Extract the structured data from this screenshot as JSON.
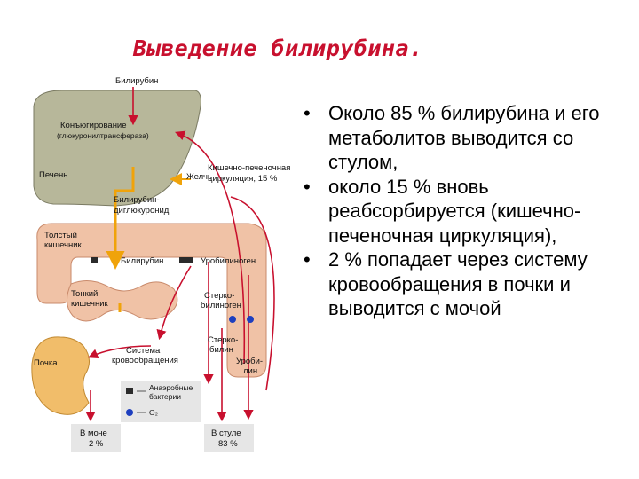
{
  "slide": {
    "title": "Выведение билирубина."
  },
  "diagram": {
    "labels": {
      "bilirubin_top": "Билирубин",
      "conjugation_1": "Конъюгирование",
      "conjugation_2": "(глюкуронилтрансфераза)",
      "liver": "Печень",
      "bile": "Желчь",
      "enterohepatic_1": "Кишечно-печеночная",
      "enterohepatic_2": "циркуляция, 15 %",
      "bili_gluc_1": "Билирубин-",
      "bili_gluc_2": "диглюкуронид",
      "large_intestine_1": "Толстый",
      "large_intestine_2": "кишечник",
      "bilirubin_mid": "Билирубин",
      "urobilinogen": "Уробилиноген",
      "small_intestine_1": "Тонкий",
      "small_intestine_2": "кишечник",
      "stercobilinogen_1": "Стерко-",
      "stercobilinogen_2": "билиноген",
      "circulation_1": "Система",
      "circulation_2": "кровообращения",
      "stercobilin_1": "Стерко-",
      "stercobilin_2": "билин",
      "urobilin_1": "Уроби-",
      "urobilin_2": "лин",
      "kidney": "Почка",
      "legend_bacteria_1": "Анаэробные",
      "legend_bacteria_2": "бактерии",
      "legend_o2": "O₂",
      "urine_1": "В моче",
      "urine_2": "2 %",
      "stool_1": "В стуле",
      "stool_2": "83 %"
    },
    "colors": {
      "liver": "#b7b79a",
      "intestine": "#f0c2a6",
      "kidney": "#f1bd6a",
      "bile_arrow": "#f0a30a",
      "blood_arrow": "#c8102e",
      "urobilin_arrow": "#d24b3a",
      "bacteria": "#2b2b2b",
      "oxygen": "#1e3fbf",
      "legend_box": "#e6e6e6"
    }
  },
  "bullets": [
    {
      "marker": "•",
      "text": "Около 85 % билирубина и его метаболитов выводится со стулом,"
    },
    {
      "marker": "•",
      "text": "около 15 % вновь реабсорбируется (кишечно-печеночная циркуляция),"
    },
    {
      "marker": "•",
      "text": "2 % попадает через систему кровообращения в почки и выводится с мочой"
    }
  ]
}
